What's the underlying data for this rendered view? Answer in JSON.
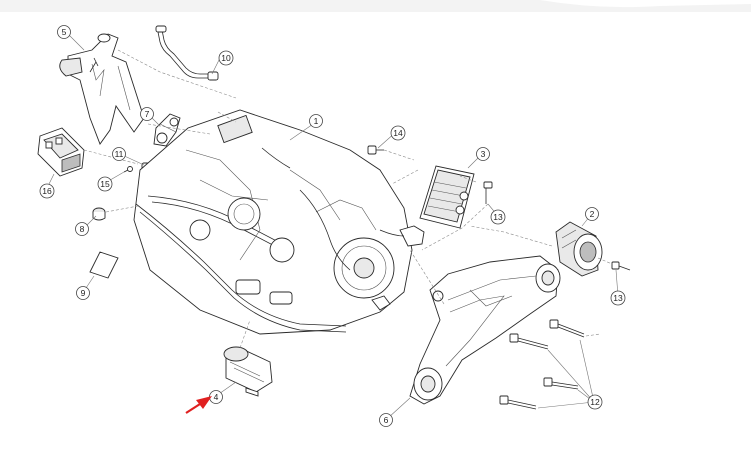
{
  "callouts": [
    {
      "id": "c1",
      "label": "1"
    },
    {
      "id": "c2",
      "label": "2"
    },
    {
      "id": "c3",
      "label": "3"
    },
    {
      "id": "c4",
      "label": "4"
    },
    {
      "id": "c5",
      "label": "5"
    },
    {
      "id": "c6",
      "label": "6"
    },
    {
      "id": "c7",
      "label": "7"
    },
    {
      "id": "c8",
      "label": "8"
    },
    {
      "id": "c9",
      "label": "9"
    },
    {
      "id": "c10",
      "label": "10"
    },
    {
      "id": "c11",
      "label": "11"
    },
    {
      "id": "c12",
      "label": "12"
    },
    {
      "id": "c13a",
      "label": "13"
    },
    {
      "id": "c13b",
      "label": "13"
    },
    {
      "id": "c14",
      "label": "14"
    },
    {
      "id": "c15",
      "label": "15"
    },
    {
      "id": "c16",
      "label": "16"
    }
  ],
  "highlight": {
    "target": "4",
    "color": "#e02020"
  },
  "colors": {
    "line": "#2a2a2a",
    "background": "#ffffff"
  }
}
